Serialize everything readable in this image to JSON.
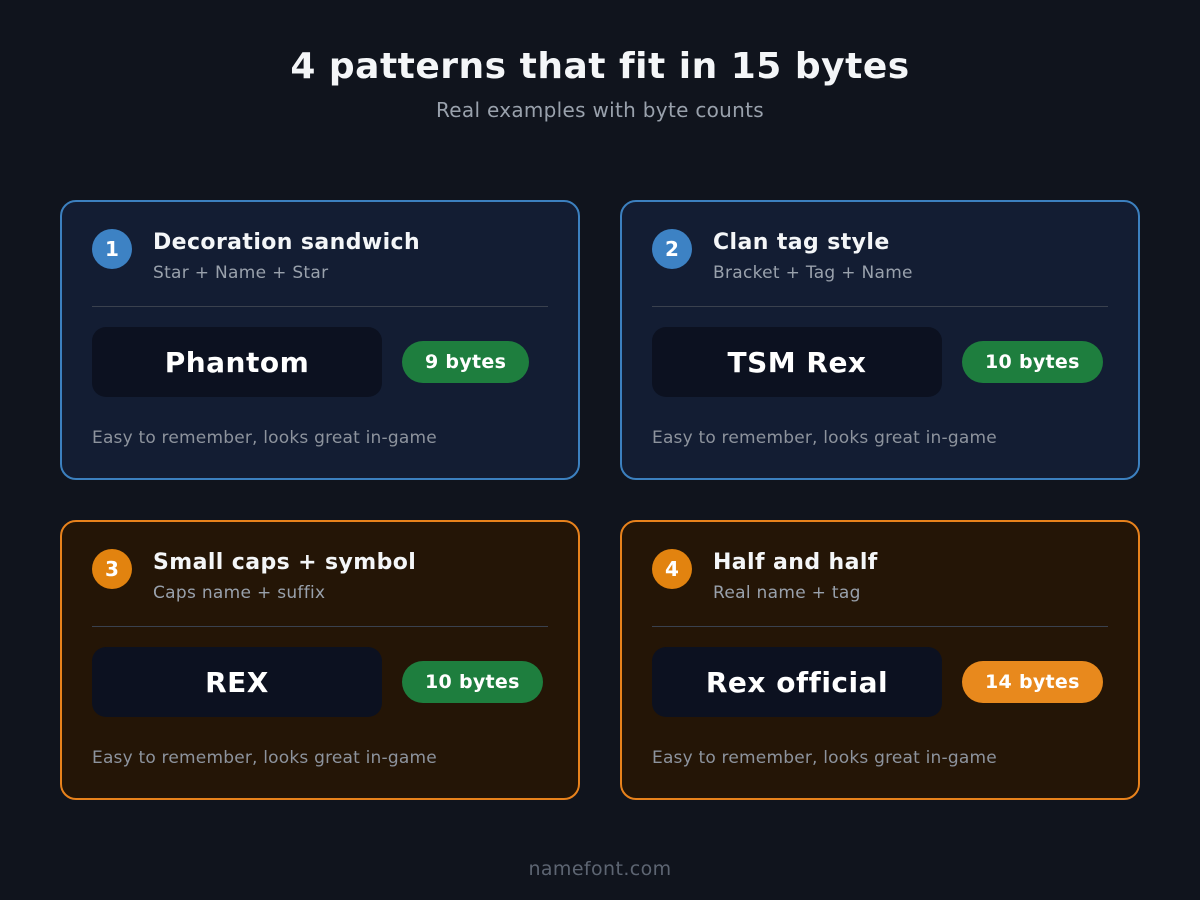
{
  "header": {
    "title": "4 patterns that fit in 15 bytes",
    "subtitle": "Real examples with byte counts"
  },
  "cards": [
    {
      "number": "1",
      "accent": "blue",
      "title": "Decoration sandwich",
      "pattern": "Star + Name + Star",
      "example": "Phantom",
      "bytes": "9 bytes",
      "badge_color": "green",
      "note": "Easy to remember, looks great in-game"
    },
    {
      "number": "2",
      "accent": "blue",
      "title": "Clan tag style",
      "pattern": "Bracket + Tag + Name",
      "example": "TSM Rex",
      "bytes": "10 bytes",
      "badge_color": "green",
      "note": "Easy to remember, looks great in-game"
    },
    {
      "number": "3",
      "accent": "orange",
      "title": "Small caps + symbol",
      "pattern": "Caps name + suffix",
      "example": "REX",
      "bytes": "10 bytes",
      "badge_color": "green",
      "note": "Easy to remember, looks great in-game"
    },
    {
      "number": "4",
      "accent": "orange",
      "title": "Half and half",
      "pattern": "Real name + tag",
      "example": "Rex official",
      "bytes": "14 bytes",
      "badge_color": "orange",
      "note": "Easy to remember, looks great in-game"
    }
  ],
  "footer": {
    "site": "namefont.com"
  },
  "colors": {
    "bg": "#10141d",
    "card-blue-bg": "#131d33",
    "card-blue-border": "#3c80bf",
    "circle-blue": "#3d82c4",
    "card-orange-bg": "#241506",
    "card-orange-border": "#e8821c",
    "circle-orange": "#e2830f",
    "box-bg": "#0c1120",
    "badge-green": "#1e7e3e",
    "badge-orange": "#e8891d",
    "text-primary": "#f4f6f8",
    "text-muted": "#99a1ac",
    "text-note": "#8d939d",
    "divider": "#3a414e",
    "footer-text": "#5d6572"
  }
}
